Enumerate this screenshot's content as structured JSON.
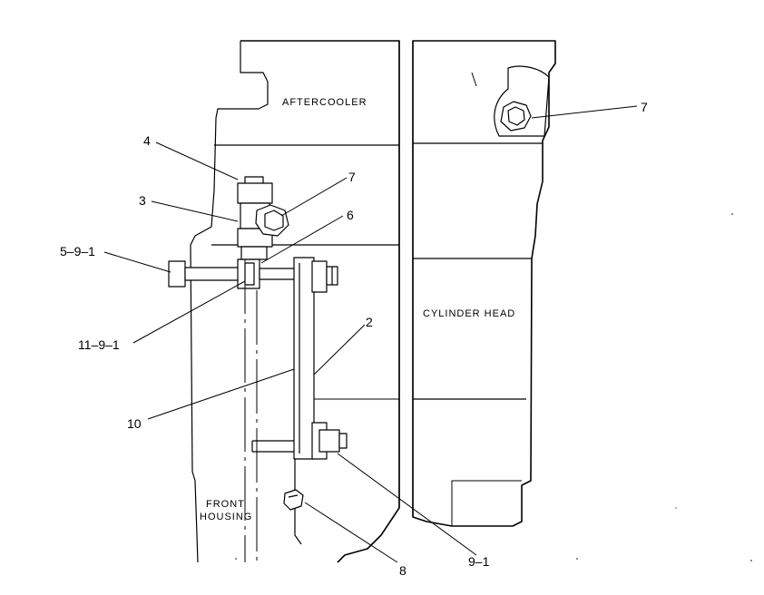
{
  "regions": {
    "aftercooler": "AFTERCOOLER",
    "cylinder_head": "CYLINDER HEAD",
    "front_housing_line1": "FRONT",
    "front_housing_line2": "HOUSING"
  },
  "callouts": {
    "c4": "4",
    "c3": "3",
    "c7_left": "7",
    "c6": "6",
    "c5_9_1": "5–9–1",
    "c11_9_1": "11–9–1",
    "c2": "2",
    "c10": "10",
    "c8": "8",
    "c9_1": "9–1",
    "c7_right": "7"
  },
  "colors": {
    "ink": "#000000",
    "paper": "#ffffff"
  }
}
